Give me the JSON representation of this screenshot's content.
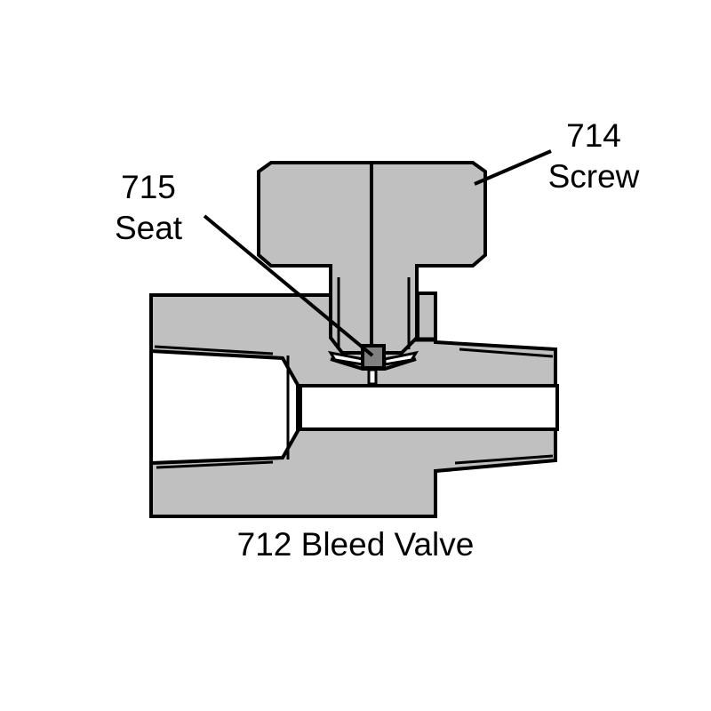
{
  "diagram": {
    "title": "712 Bleed Valve",
    "colors": {
      "body_fill": "#c0c0c0",
      "outline": "#000000",
      "seat_fill": "#808080",
      "background": "#ffffff"
    },
    "labels": {
      "screw": {
        "number": "714",
        "name": "Screw"
      },
      "seat": {
        "number": "715",
        "name": "Seat"
      },
      "valve": {
        "text": "712 Bleed Valve"
      }
    },
    "components": [
      {
        "id": "714",
        "name": "Screw",
        "description": "T-shaped screw head with stem extending into valve body"
      },
      {
        "id": "715",
        "name": "Seat",
        "description": "Small square seat at tip of screw above bleed passage"
      },
      {
        "id": "712",
        "name": "Bleed Valve",
        "description": "Valve body with tapered inlet, through bore and tapered outlet"
      }
    ]
  }
}
